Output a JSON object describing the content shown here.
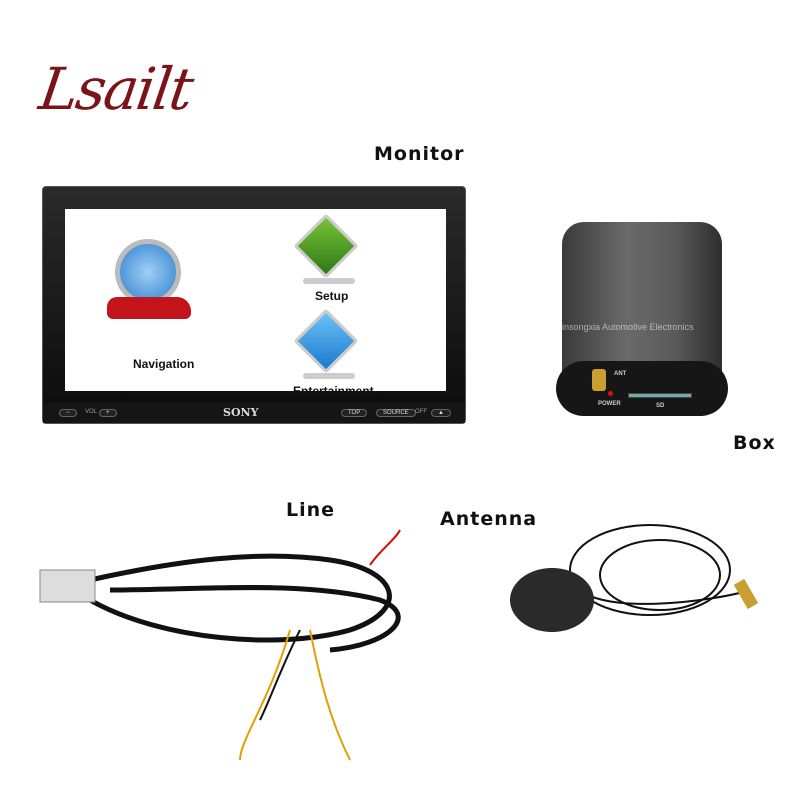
{
  "logo": "Lsailt",
  "labels": {
    "monitor": "Monitor",
    "box": "Box",
    "line": "Line",
    "antenna": "Antenna"
  },
  "screen": {
    "navigation": "Navigation",
    "setup": "Setup",
    "entertainment": "Entertainment"
  },
  "bezel": {
    "brand": "SONY",
    "vol": "VOL",
    "top": "TOP",
    "source": "SOURCE",
    "off": "OFF"
  },
  "box": {
    "ant": "ANT",
    "power": "POWER",
    "sd": "SD"
  },
  "watermark": "Xinsongxia Automotive Electronics"
}
